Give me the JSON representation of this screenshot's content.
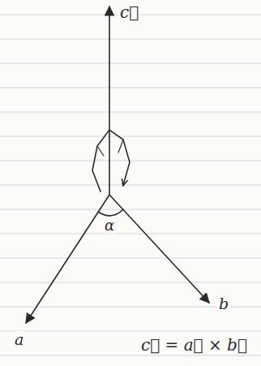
{
  "diagram": {
    "labels": [
      "c⃗",
      "α",
      "a",
      "b",
      "c⃗ = a⃗ × b⃗"
    ]
  }
}
